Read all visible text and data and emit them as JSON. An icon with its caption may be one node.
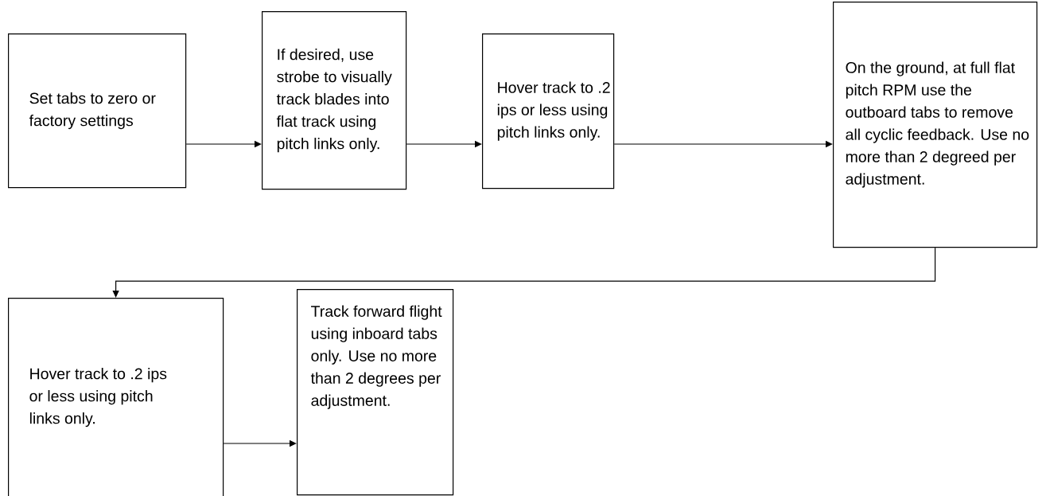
{
  "diagram": {
    "nodes": [
      {
        "text": [
          "Set tabs to zero or factory settings"
        ]
      },
      {
        "text": [
          "If desired, use strobe to visually track blades into flat track using pitch links only."
        ]
      },
      {
        "text": [
          "Hover track to .2 ips or less using pitch links only."
        ]
      },
      {
        "text": [
          "On the ground, at full flat pitch RPM use the outboard tabs to remove all cyclic feedback. Use no more than 2 degreed per adjustment."
        ]
      },
      {
        "text": [
          "Hover track to .2 ips or less using pitch links only."
        ]
      },
      {
        "text": [
          "Track forward flight using inboard tabs only. Use no more than 2 degrees per adjustment."
        ]
      }
    ],
    "edges": [
      {
        "from": 0,
        "to": 1,
        "arrow": "to"
      },
      {
        "from": 1,
        "to": 2,
        "arrow": "to"
      },
      {
        "from": 2,
        "to": 3,
        "arrow": "to"
      },
      {
        "from": 3,
        "to": 4,
        "arrow": "to"
      },
      {
        "from": 4,
        "to": 5,
        "arrow": "to"
      }
    ]
  }
}
